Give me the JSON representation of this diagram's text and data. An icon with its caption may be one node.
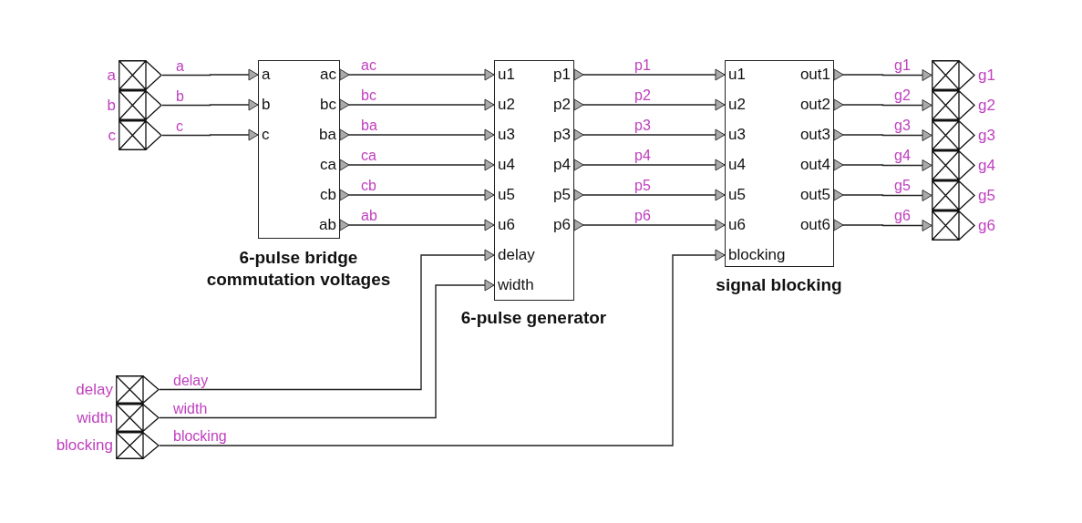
{
  "diagram": {
    "nodes": [
      {
        "text": [
          "a"
        ]
      },
      {
        "text": [
          "b"
        ]
      },
      {
        "text": [
          "c"
        ]
      },
      {
        "text": [
          "a",
          "b",
          "c",
          "ac",
          "bc",
          "ba",
          "ca",
          "cb",
          "ab",
          "6-pulse bridge commutation voltages"
        ]
      },
      {
        "text": [
          "u1",
          "u2",
          "u3",
          "u4",
          "u5",
          "u6",
          "p1",
          "p2",
          "p3",
          "p4",
          "p5",
          "p6",
          "delay",
          "width",
          "6-pulse generator"
        ]
      },
      {
        "text": [
          "u1",
          "u2",
          "u3",
          "u4",
          "u5",
          "u6",
          "blocking",
          "out1",
          "out2",
          "out3",
          "out4",
          "out5",
          "out6",
          "signal blocking"
        ]
      },
      {
        "text": [
          "g1"
        ]
      },
      {
        "text": [
          "g2"
        ]
      },
      {
        "text": [
          "g3"
        ]
      },
      {
        "text": [
          "g4"
        ]
      },
      {
        "text": [
          "g5"
        ]
      },
      {
        "text": [
          "g6"
        ]
      },
      {
        "text": [
          "delay"
        ]
      },
      {
        "text": [
          "width"
        ]
      },
      {
        "text": [
          "blocking"
        ]
      }
    ],
    "edges": [
      {
        "from": 0,
        "to": 3,
        "arrow": "to",
        "label": "a"
      },
      {
        "from": 1,
        "to": 3,
        "arrow": "to",
        "label": "b"
      },
      {
        "from": 2,
        "to": 3,
        "arrow": "to",
        "label": "c"
      },
      {
        "from": 3,
        "to": 4,
        "arrow": "to",
        "label": "ac"
      },
      {
        "from": 3,
        "to": 4,
        "arrow": "to",
        "label": "bc"
      },
      {
        "from": 3,
        "to": 4,
        "arrow": "to",
        "label": "ba"
      },
      {
        "from": 3,
        "to": 4,
        "arrow": "to",
        "label": "ca"
      },
      {
        "from": 3,
        "to": 4,
        "arrow": "to",
        "label": "cb"
      },
      {
        "from": 3,
        "to": 4,
        "arrow": "to",
        "label": "ab"
      },
      {
        "from": 4,
        "to": 5,
        "arrow": "to",
        "label": "p1"
      },
      {
        "from": 4,
        "to": 5,
        "arrow": "to",
        "label": "p2"
      },
      {
        "from": 4,
        "to": 5,
        "arrow": "to",
        "label": "p3"
      },
      {
        "from": 4,
        "to": 5,
        "arrow": "to",
        "label": "p4"
      },
      {
        "from": 4,
        "to": 5,
        "arrow": "to",
        "label": "p5"
      },
      {
        "from": 4,
        "to": 5,
        "arrow": "to",
        "label": "p6"
      },
      {
        "from": 5,
        "to": 6,
        "arrow": "to",
        "label": "g1"
      },
      {
        "from": 5,
        "to": 7,
        "arrow": "to",
        "label": "g2"
      },
      {
        "from": 5,
        "to": 8,
        "arrow": "to",
        "label": "g3"
      },
      {
        "from": 5,
        "to": 9,
        "arrow": "to",
        "label": "g4"
      },
      {
        "from": 5,
        "to": 10,
        "arrow": "to",
        "label": "g5"
      },
      {
        "from": 5,
        "to": 11,
        "arrow": "to",
        "label": "g6"
      },
      {
        "from": 12,
        "to": 4,
        "arrow": "to",
        "label": "delay"
      },
      {
        "from": 13,
        "to": 4,
        "arrow": "to",
        "label": "width"
      },
      {
        "from": 14,
        "to": 5,
        "arrow": "to",
        "label": "blocking"
      }
    ]
  }
}
